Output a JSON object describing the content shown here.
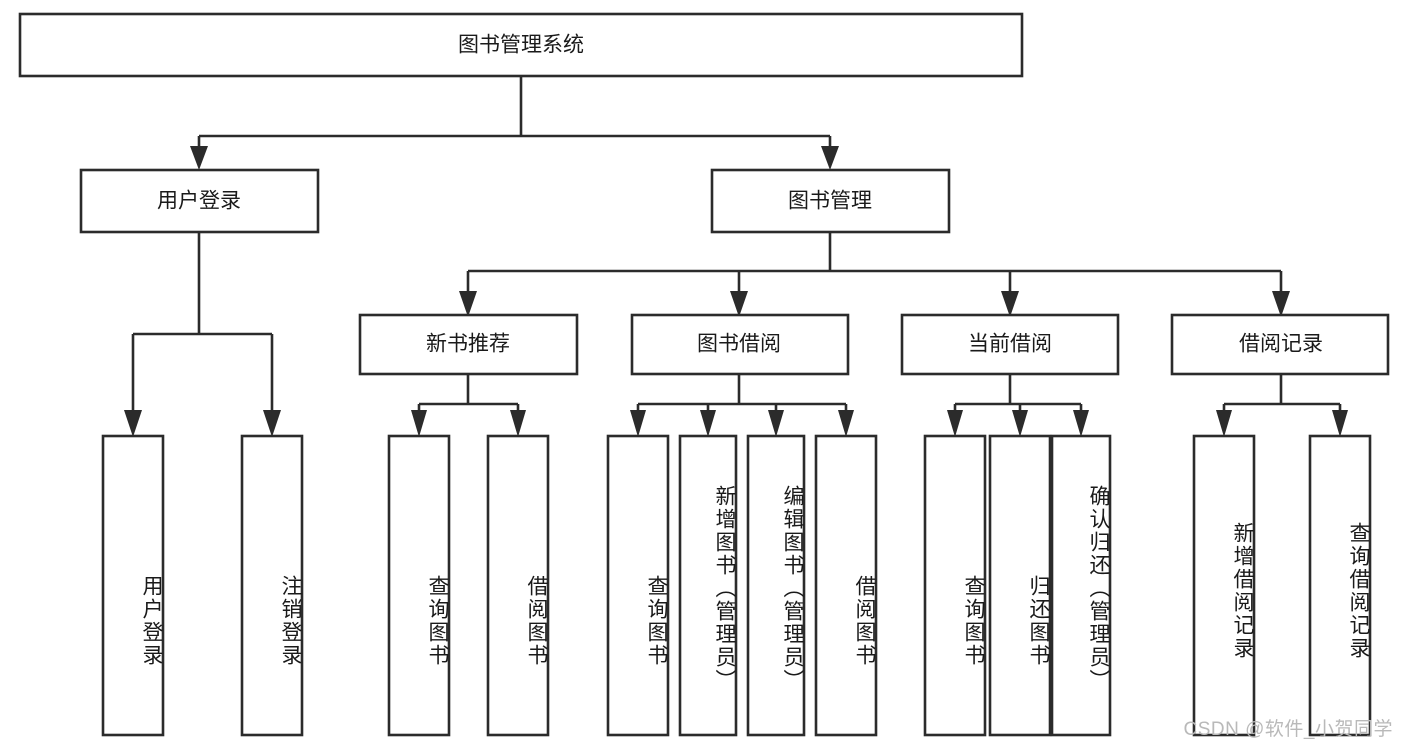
{
  "diagram": {
    "type": "tree",
    "title": "图书管理系统",
    "orientation": "top-down",
    "colors": {
      "box_stroke": "#2b2b2b",
      "box_fill": "#ffffff",
      "text": "#1a1a1a",
      "background": "#ffffff",
      "watermark": "#b9b9b9"
    },
    "root": {
      "label": "图书管理系统"
    },
    "level2": [
      {
        "label": "用户登录"
      },
      {
        "label": "图书管理"
      }
    ],
    "level3": [
      {
        "label": "新书推荐"
      },
      {
        "label": "图书借阅"
      },
      {
        "label": "当前借阅"
      },
      {
        "label": "借阅记录"
      }
    ],
    "leaves": {
      "user_login": [
        {
          "label": "用户登录"
        },
        {
          "label": "注销登录"
        }
      ],
      "new_book_recommend": [
        {
          "label": "查询图书"
        },
        {
          "label": "借阅图书"
        }
      ],
      "book_borrow": [
        {
          "label": "查询图书"
        },
        {
          "label": "新增图书（管理员）"
        },
        {
          "label": "编辑图书（管理员）"
        },
        {
          "label": "借阅图书"
        }
      ],
      "current_borrow": [
        {
          "label": "查询图书"
        },
        {
          "label": "归还图书"
        },
        {
          "label": "确认归还（管理员）"
        }
      ],
      "borrow_record": [
        {
          "label": "新增借阅记录"
        },
        {
          "label": "查询借阅记录"
        }
      ]
    }
  },
  "watermark": {
    "text": "CSDN @软件_小贺同学"
  }
}
